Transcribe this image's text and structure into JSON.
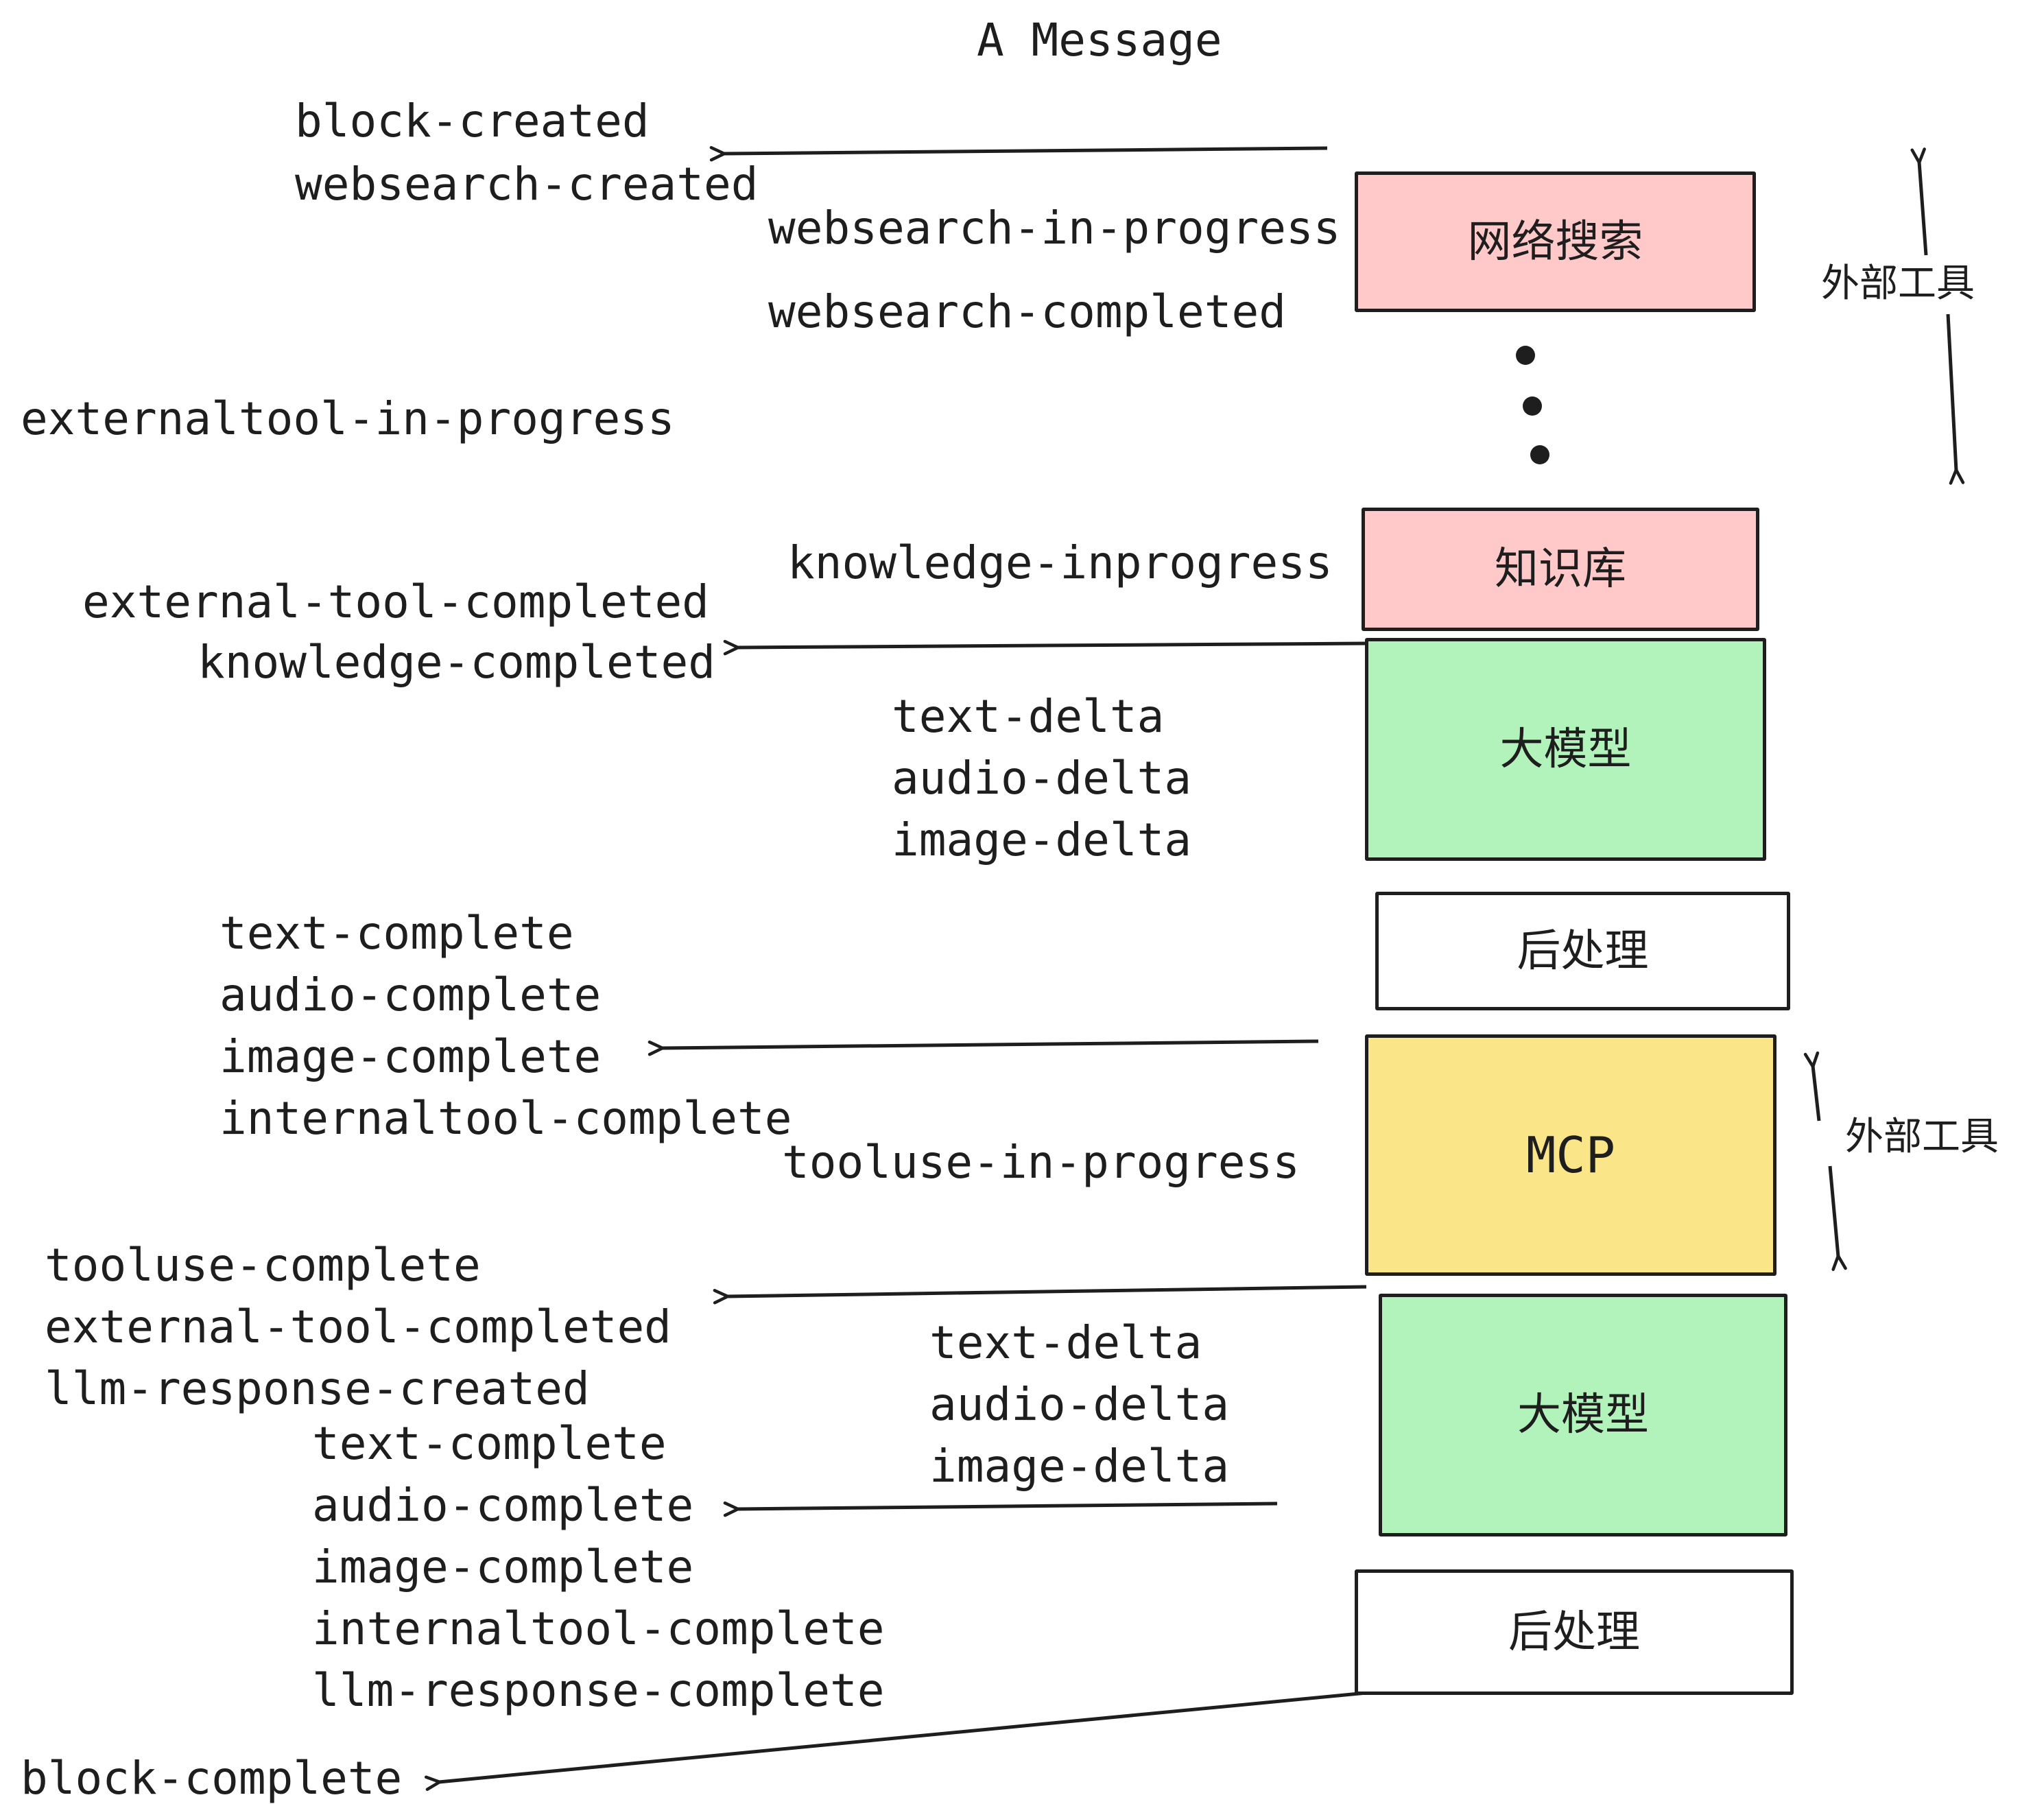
{
  "title": "A Message",
  "colors": {
    "stroke": "#1e1e1e",
    "box_pink": "#ffc9c9",
    "box_green": "#b2f2bb",
    "box_yellow": "#fae588",
    "box_white": "#ffffff",
    "background": "#ffffff"
  },
  "boxes": {
    "websearch": {
      "label": "网络搜索"
    },
    "knowledge": {
      "label": "知识库"
    },
    "llm_top": {
      "label": "大模型"
    },
    "post_top": {
      "label": "后处理"
    },
    "mcp": {
      "label": "MCP"
    },
    "llm_bottom": {
      "label": "大模型"
    },
    "post_bottom": {
      "label": "后处理"
    }
  },
  "side_labels": {
    "external_tools": "外部工具"
  },
  "events": {
    "block_created": "block-created",
    "websearch_created": "websearch-created",
    "websearch_in_progress": "websearch-in-progress",
    "websearch_completed": "websearch-completed",
    "externaltool_in_progress": "externaltool-in-progress",
    "knowledge_inprogress": "knowledge-inprogress",
    "external_tool_completed": "external-tool-completed",
    "knowledge_completed": "knowledge-completed",
    "text_delta": "text-delta",
    "audio_delta": "audio-delta",
    "image_delta": "image-delta",
    "text_complete": "text-complete",
    "audio_complete": "audio-complete",
    "image_complete": "image-complete",
    "internaltool_complete": "internaltool-complete",
    "tooluse_in_progress": "tooluse-in-progress",
    "tooluse_complete": "tooluse-complete",
    "llm_response_created": "llm-response-created",
    "llm_response_complete": "llm-response-complete",
    "block_complete": "block-complete"
  }
}
